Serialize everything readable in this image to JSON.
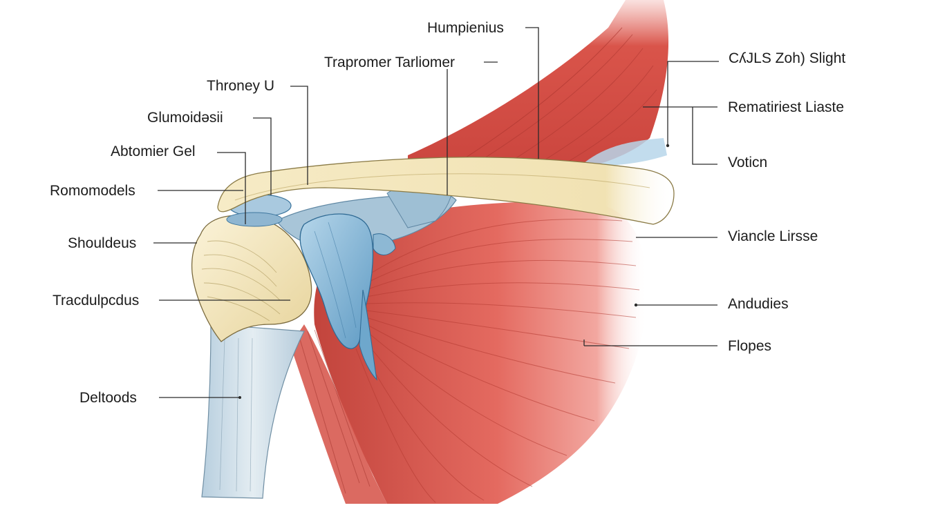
{
  "labels_left": [
    {
      "id": "romomodels",
      "text": "Romomodels"
    },
    {
      "id": "shouldeus",
      "text": "Shouldeus"
    },
    {
      "id": "tracdulpcdus",
      "text": "Tracdulpcdus"
    },
    {
      "id": "deltoods",
      "text": "Deltoods"
    },
    {
      "id": "abtomier-gel",
      "text": "Abtomier Gel"
    },
    {
      "id": "glumoidasii",
      "text": "Glumoidəsii"
    },
    {
      "id": "throney-u",
      "text": "Throney U"
    }
  ],
  "labels_top": [
    {
      "id": "trapromer-tarliomer",
      "text": "Trapromer Tarliomer"
    },
    {
      "id": "humpienius",
      "text": "Humpienius"
    }
  ],
  "labels_right": [
    {
      "id": "cajls-zoh-slight",
      "text": "CʎJLS Zoh) Slight"
    },
    {
      "id": "rematiriest-liaste",
      "text": "Rematiriest Liaste"
    },
    {
      "id": "voticn",
      "text": "Voticn"
    },
    {
      "id": "viancle-lirsse",
      "text": "Viancle Lirsse"
    },
    {
      "id": "andudies",
      "text": "Andudies"
    },
    {
      "id": "flopes",
      "text": "Flopes"
    }
  ],
  "colors": {
    "muscle": "#e46a60",
    "muscle_dark": "#b83a35",
    "bone": "#f3e6bf",
    "bone_shade": "#d9c48a",
    "cartilage": "#8fc0dd",
    "cartilage_dark": "#4f8fbb",
    "shaft": "#c9dbe6",
    "leader_line": "#2a2a2a"
  }
}
